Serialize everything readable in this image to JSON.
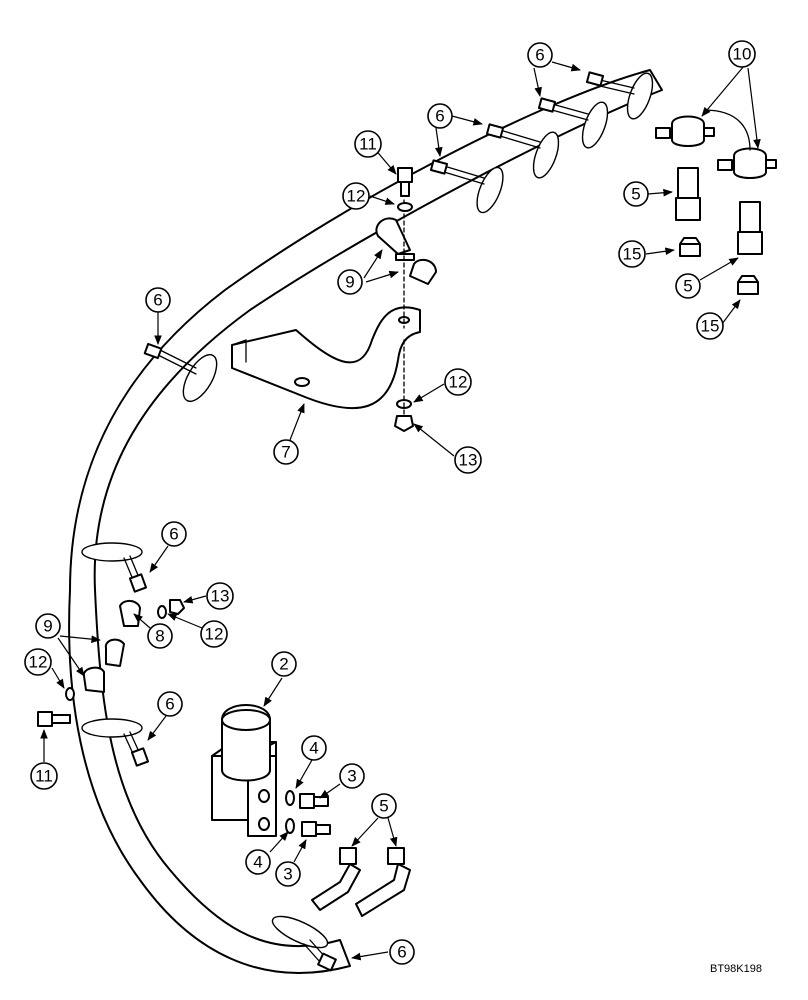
{
  "callouts": [
    {
      "id": "c6a",
      "label": "6"
    },
    {
      "id": "c10",
      "label": "10"
    },
    {
      "id": "c6b",
      "label": "6"
    },
    {
      "id": "c11a",
      "label": "11"
    },
    {
      "id": "c12a",
      "label": "12"
    },
    {
      "id": "c9a",
      "label": "9"
    },
    {
      "id": "c5a",
      "label": "5"
    },
    {
      "id": "c15a",
      "label": "15"
    },
    {
      "id": "c5b",
      "label": "5"
    },
    {
      "id": "c15b",
      "label": "15"
    },
    {
      "id": "c6c",
      "label": "6"
    },
    {
      "id": "c12b",
      "label": "12"
    },
    {
      "id": "c7",
      "label": "7"
    },
    {
      "id": "c13a",
      "label": "13"
    },
    {
      "id": "c6d",
      "label": "6"
    },
    {
      "id": "c13b",
      "label": "13"
    },
    {
      "id": "c9b",
      "label": "9"
    },
    {
      "id": "c12c",
      "label": "12"
    },
    {
      "id": "c8",
      "label": "8"
    },
    {
      "id": "c12d",
      "label": "12"
    },
    {
      "id": "c2",
      "label": "2"
    },
    {
      "id": "c6e",
      "label": "6"
    },
    {
      "id": "c4a",
      "label": "4"
    },
    {
      "id": "c3a",
      "label": "3"
    },
    {
      "id": "c5c",
      "label": "5"
    },
    {
      "id": "c11b",
      "label": "11"
    },
    {
      "id": "c4b",
      "label": "4"
    },
    {
      "id": "c3b",
      "label": "3"
    },
    {
      "id": "c6f",
      "label": "6"
    }
  ],
  "reference_code": "BT98K198"
}
